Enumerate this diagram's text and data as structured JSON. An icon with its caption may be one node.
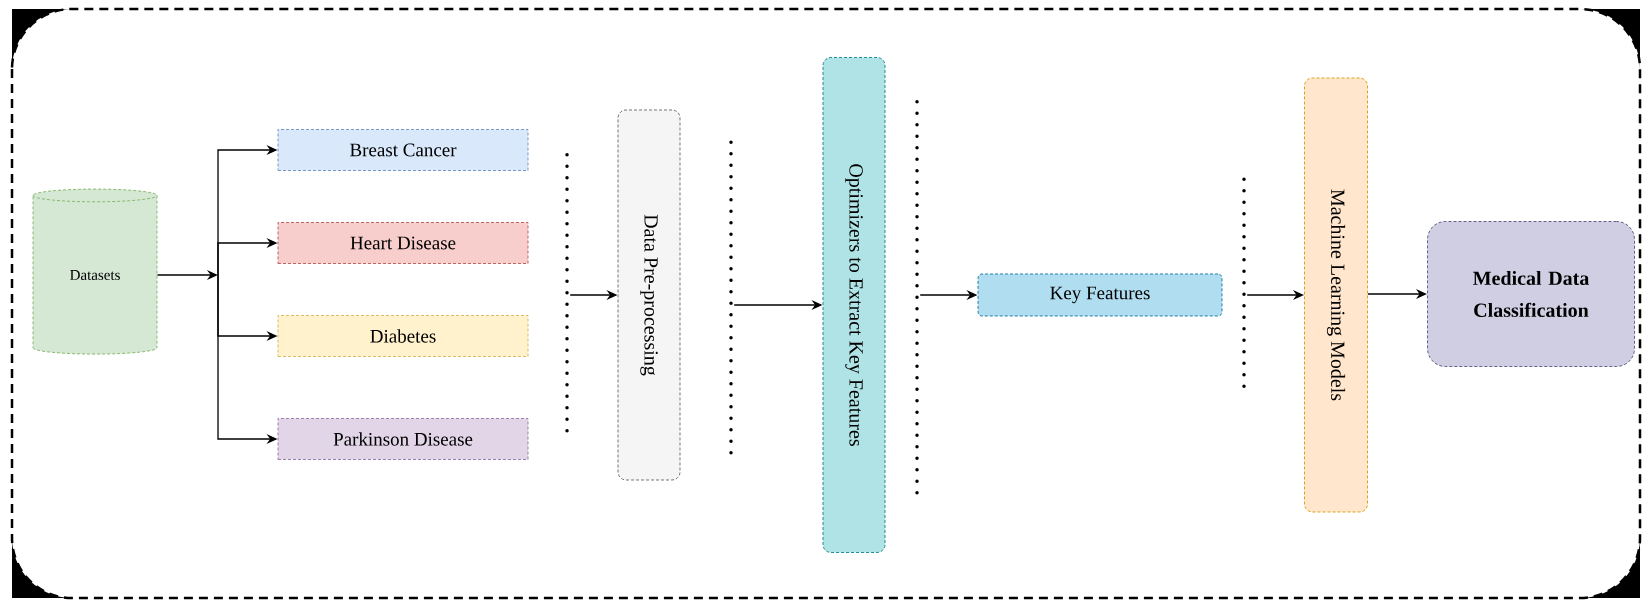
{
  "diagram": {
    "nodes": [
      {
        "text": [
          "Datasets"
        ]
      },
      {
        "text": [
          "Breast Cancer"
        ]
      },
      {
        "text": [
          "Heart Disease"
        ]
      },
      {
        "text": [
          "Diabetes"
        ]
      },
      {
        "text": [
          "Parkinson Disease"
        ]
      },
      {
        "text": [],
        "shape": "bar"
      },
      {
        "text": [
          "Data Pre-processing"
        ]
      },
      {
        "text": [],
        "shape": "bar"
      },
      {
        "text": [
          "Optimizers to Extract Key Features"
        ]
      },
      {
        "text": [],
        "shape": "bar"
      },
      {
        "text": [
          "Key Features"
        ]
      },
      {
        "text": [],
        "shape": "bar"
      },
      {
        "text": [
          "Machine Learning Models"
        ]
      },
      {
        "text": [
          "Medical Data Classification"
        ]
      }
    ],
    "edges": [
      {
        "from": 0,
        "to": 1,
        "arrow": "to"
      },
      {
        "from": 0,
        "to": 2,
        "arrow": "to"
      },
      {
        "from": 0,
        "to": 3,
        "arrow": "to"
      },
      {
        "from": 0,
        "to": 4,
        "arrow": "to"
      },
      {
        "from": 5,
        "to": 6,
        "arrow": "to"
      },
      {
        "from": 7,
        "to": 8,
        "arrow": "to"
      },
      {
        "from": 9,
        "to": 10,
        "arrow": "to"
      },
      {
        "from": 11,
        "to": 12,
        "arrow": "to"
      },
      {
        "from": 12,
        "to": 13,
        "arrow": "to"
      }
    ]
  }
}
